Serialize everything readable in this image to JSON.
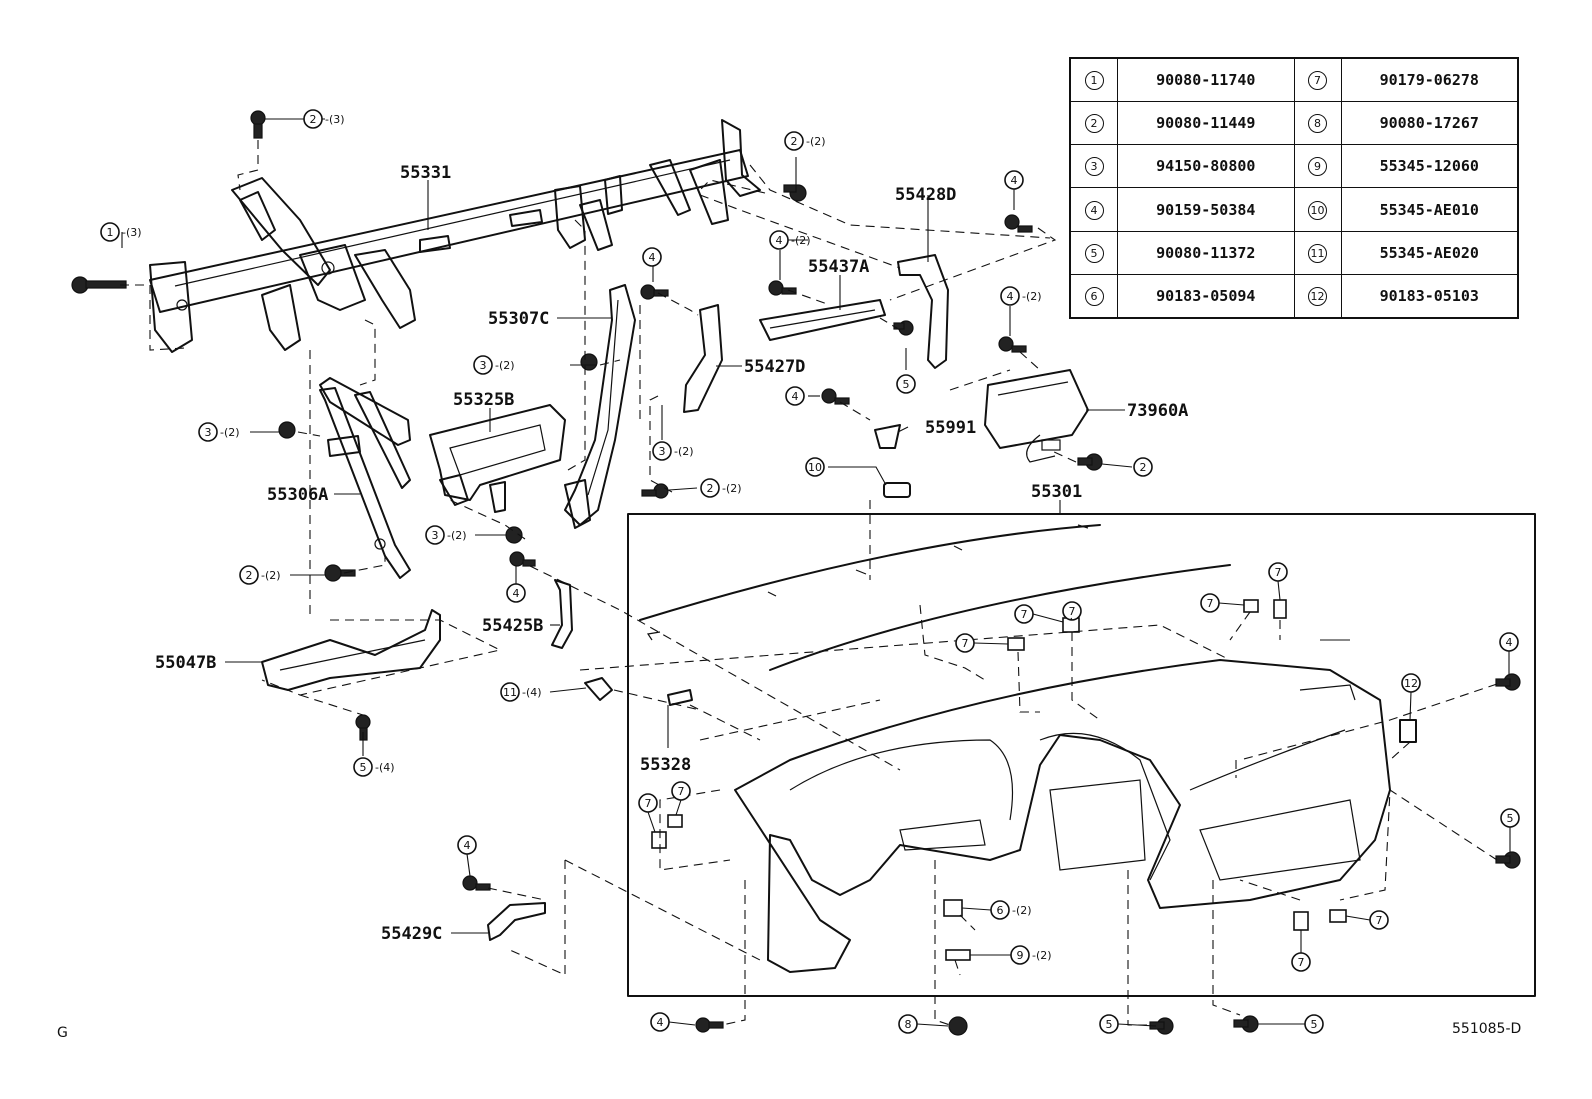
{
  "diagram": {
    "part_labels": [
      {
        "id": "p55331",
        "text": "55331"
      },
      {
        "id": "p55428D",
        "text": "55428D"
      },
      {
        "id": "p55437A",
        "text": "55437A"
      },
      {
        "id": "p55307C",
        "text": "55307C"
      },
      {
        "id": "p55427D",
        "text": "55427D"
      },
      {
        "id": "p55325B",
        "text": "55325B"
      },
      {
        "id": "p55306A",
        "text": "55306A"
      },
      {
        "id": "p55991",
        "text": "55991"
      },
      {
        "id": "p73960A",
        "text": "73960A"
      },
      {
        "id": "p55301",
        "text": "55301"
      },
      {
        "id": "p55425B",
        "text": "55425B"
      },
      {
        "id": "p55047B",
        "text": "55047B"
      },
      {
        "id": "p55328",
        "text": "55328"
      },
      {
        "id": "p55429C",
        "text": "55429C"
      }
    ],
    "callouts": [
      {
        "id": "c1",
        "num": "2",
        "qty": "-(3)"
      },
      {
        "id": "c2",
        "num": "1",
        "qty": "-(3)"
      },
      {
        "id": "c3",
        "num": "2",
        "qty": "-(2)"
      },
      {
        "id": "c4",
        "num": "4",
        "qty": ""
      },
      {
        "id": "c5",
        "num": "4",
        "qty": "-(2)"
      },
      {
        "id": "c6",
        "num": "4",
        "qty": ""
      },
      {
        "id": "c7",
        "num": "5",
        "qty": ""
      },
      {
        "id": "c8",
        "num": "4",
        "qty": "-(2)"
      },
      {
        "id": "c9",
        "num": "3",
        "qty": "-(2)"
      },
      {
        "id": "c10",
        "num": "3",
        "qty": "-(2)"
      },
      {
        "id": "c11",
        "num": "3",
        "qty": "-(2)"
      },
      {
        "id": "c12",
        "num": "4",
        "qty": ""
      },
      {
        "id": "c13",
        "num": "2",
        "qty": ""
      },
      {
        "id": "c14",
        "num": "10",
        "qty": ""
      },
      {
        "id": "c15",
        "num": "2",
        "qty": "-(2)"
      },
      {
        "id": "c16",
        "num": "3",
        "qty": "-(2)"
      },
      {
        "id": "c17",
        "num": "2",
        "qty": "-(2)"
      },
      {
        "id": "c18",
        "num": "4",
        "qty": ""
      },
      {
        "id": "c19",
        "num": "11",
        "qty": "-(4)"
      },
      {
        "id": "c20",
        "num": "5",
        "qty": "-(4)"
      },
      {
        "id": "c21",
        "num": "7",
        "qty": ""
      },
      {
        "id": "c22",
        "num": "7",
        "qty": ""
      },
      {
        "id": "c23",
        "num": "7",
        "qty": ""
      },
      {
        "id": "c24",
        "num": "7",
        "qty": ""
      },
      {
        "id": "c25",
        "num": "4",
        "qty": ""
      },
      {
        "id": "c26",
        "num": "12",
        "qty": ""
      },
      {
        "id": "c27",
        "num": "7",
        "qty": ""
      },
      {
        "id": "c28",
        "num": "7",
        "qty": ""
      },
      {
        "id": "c29",
        "num": "5",
        "qty": ""
      },
      {
        "id": "c30",
        "num": "4",
        "qty": ""
      },
      {
        "id": "c31",
        "num": "6",
        "qty": "-(2)"
      },
      {
        "id": "c32",
        "num": "9",
        "qty": "-(2)"
      },
      {
        "id": "c33",
        "num": "7",
        "qty": ""
      },
      {
        "id": "c34",
        "num": "7",
        "qty": ""
      },
      {
        "id": "c35",
        "num": "4",
        "qty": ""
      },
      {
        "id": "c36",
        "num": "8",
        "qty": ""
      },
      {
        "id": "c37",
        "num": "5",
        "qty": ""
      },
      {
        "id": "c38",
        "num": "5",
        "qty": ""
      },
      {
        "id": "c39",
        "num": "7",
        "qty": ""
      }
    ]
  },
  "legend": {
    "rows": [
      {
        "left_key": "1",
        "left_part": "90080-11740",
        "right_key": "7",
        "right_part": "90179-06278"
      },
      {
        "left_key": "2",
        "left_part": "90080-11449",
        "right_key": "8",
        "right_part": "90080-17267"
      },
      {
        "left_key": "3",
        "left_part": "94150-80800",
        "right_key": "9",
        "right_part": "55345-12060"
      },
      {
        "left_key": "4",
        "left_part": "90159-50384",
        "right_key": "10",
        "right_part": "55345-AE010"
      },
      {
        "left_key": "5",
        "left_part": "90080-11372",
        "right_key": "11",
        "right_part": "55345-AE020"
      },
      {
        "left_key": "6",
        "left_part": "90183-05094",
        "right_key": "12",
        "right_part": "90183-05103"
      }
    ]
  },
  "footer": {
    "corner_letter": "G",
    "drawing_number": "551085-D"
  }
}
